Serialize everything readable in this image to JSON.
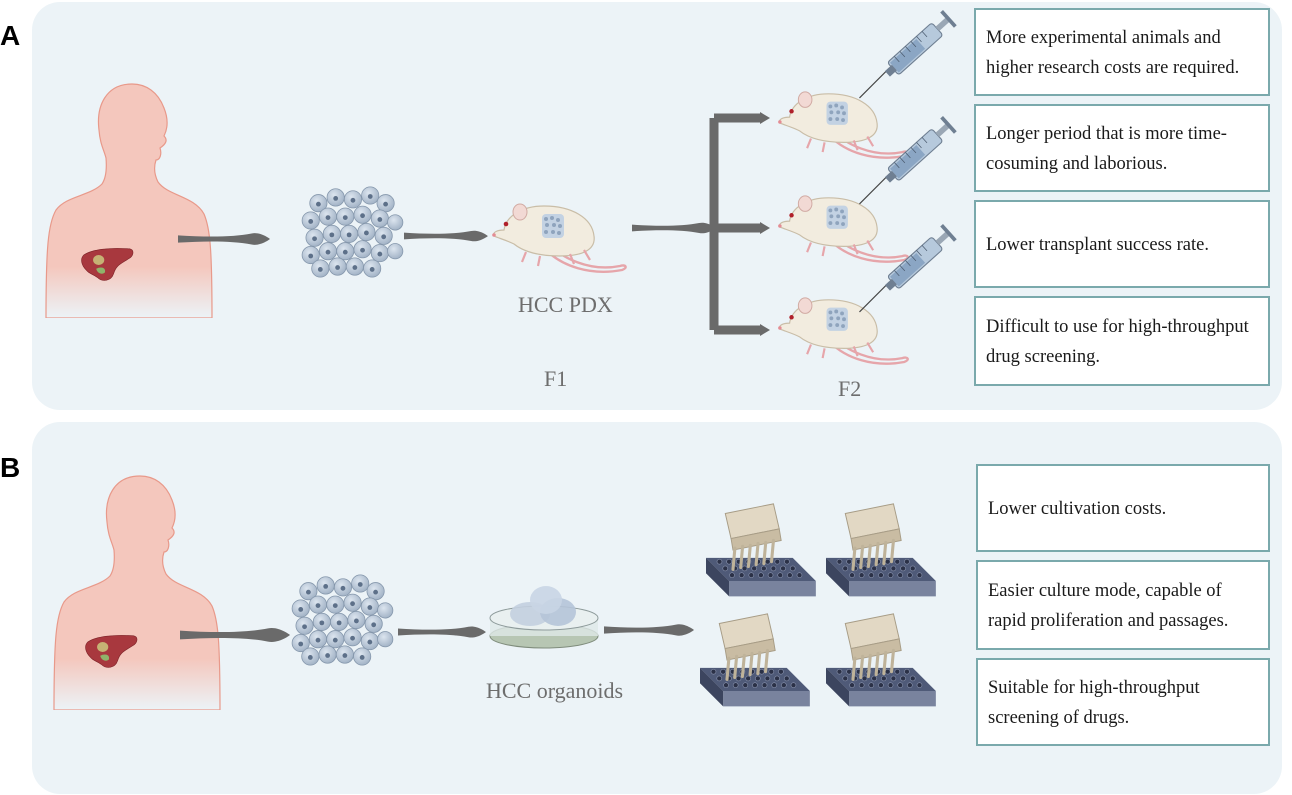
{
  "panel_a": {
    "label": "A",
    "model_caption": "HCC PDX",
    "gen1_caption": "F1",
    "gen2_caption": "F2",
    "notes": [
      "More experimental animals and higher research costs are required.",
      "Longer period that is more time-cosuming and laborious.",
      "Lower transplant success rate.",
      "Difficult to use for high-throughput drug screening."
    ]
  },
  "panel_b": {
    "label": "B",
    "model_caption": "HCC organoids",
    "notes": [
      "Lower cultivation costs.",
      "Easier culture mode, capable of rapid proliferation and passages.",
      "Suitable for high-throughput screening of drugs."
    ]
  },
  "colors": {
    "panel_bg": "#ecf3f7",
    "human_fill": "#f4c7bd",
    "liver": "#a8383e",
    "cells": "#a9b8c9",
    "mouse": "#f2ecdf",
    "arrow": "#6a6a6a",
    "box_border": "#7aa9ac"
  },
  "icons": [
    "human-torso-icon",
    "liver-icon",
    "tumor-cells-icon",
    "mouse-icon",
    "syringe-icon",
    "petri-dish-icon",
    "multichannel-pipette-icon",
    "well-plate-icon"
  ]
}
